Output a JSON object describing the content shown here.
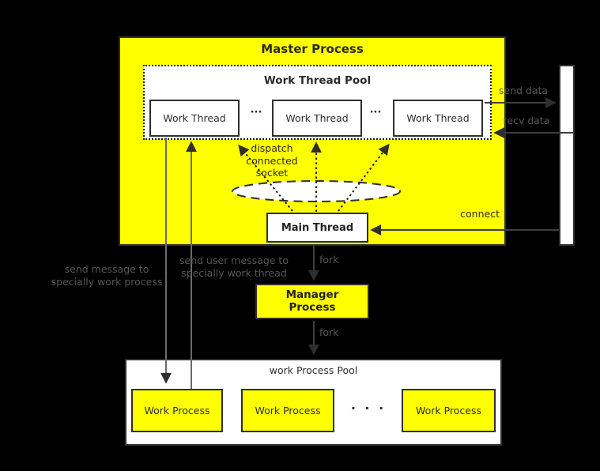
{
  "colors": {
    "background": "#000000",
    "accent_yellow": "#ffff00",
    "box_border": "#2f2f2f",
    "dark_text": "#2b2b2b",
    "gray_text": "#565656",
    "white": "#ffffff"
  },
  "master": {
    "title": "Master Process",
    "thread_pool": {
      "title": "Work Thread Pool",
      "threads": [
        {
          "label": "Work Thread"
        },
        {
          "label": "Work Thread"
        },
        {
          "label": "Work Thread"
        }
      ],
      "ellipsis": "···"
    },
    "main_thread": {
      "label": "Main Thread"
    }
  },
  "manager": {
    "label": "Manager\nProcess"
  },
  "process_pool": {
    "title": "work Process Pool",
    "processes": [
      {
        "label": "Work Process"
      },
      {
        "label": "Work Process"
      },
      {
        "label": "Work Process"
      }
    ],
    "ellipsis": "· · ·"
  },
  "annotations": {
    "send_data": "send data",
    "recv_data": "recv data",
    "connect": "connect",
    "dispatch": "dispatch\nconnected\nsocket",
    "fork_top": "fork",
    "fork_bottom": "fork",
    "send_message": "send message to\nspecially work process",
    "send_user_message": "send user message to\nspecially work thread"
  }
}
